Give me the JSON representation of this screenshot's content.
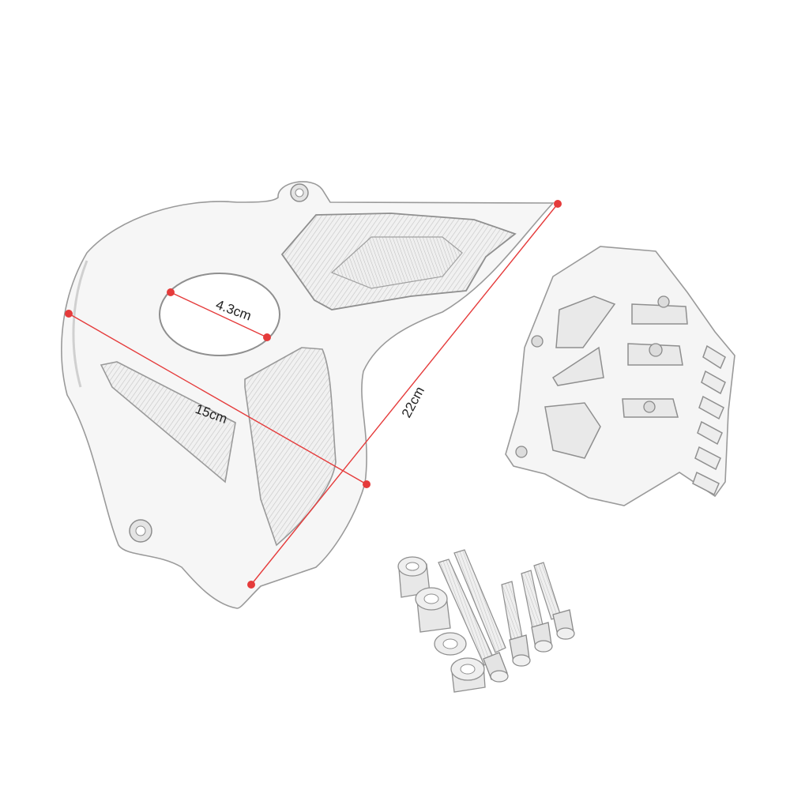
{
  "measurements": {
    "hole_diameter": "4.3cm",
    "width": "15cm",
    "length": "22cm"
  },
  "colors": {
    "dimension_line": "#e53b3b",
    "metal_outline": "#9a9a9a",
    "metal_fill": "#f4f4f4",
    "metal_shade": "#cfcfcf"
  }
}
